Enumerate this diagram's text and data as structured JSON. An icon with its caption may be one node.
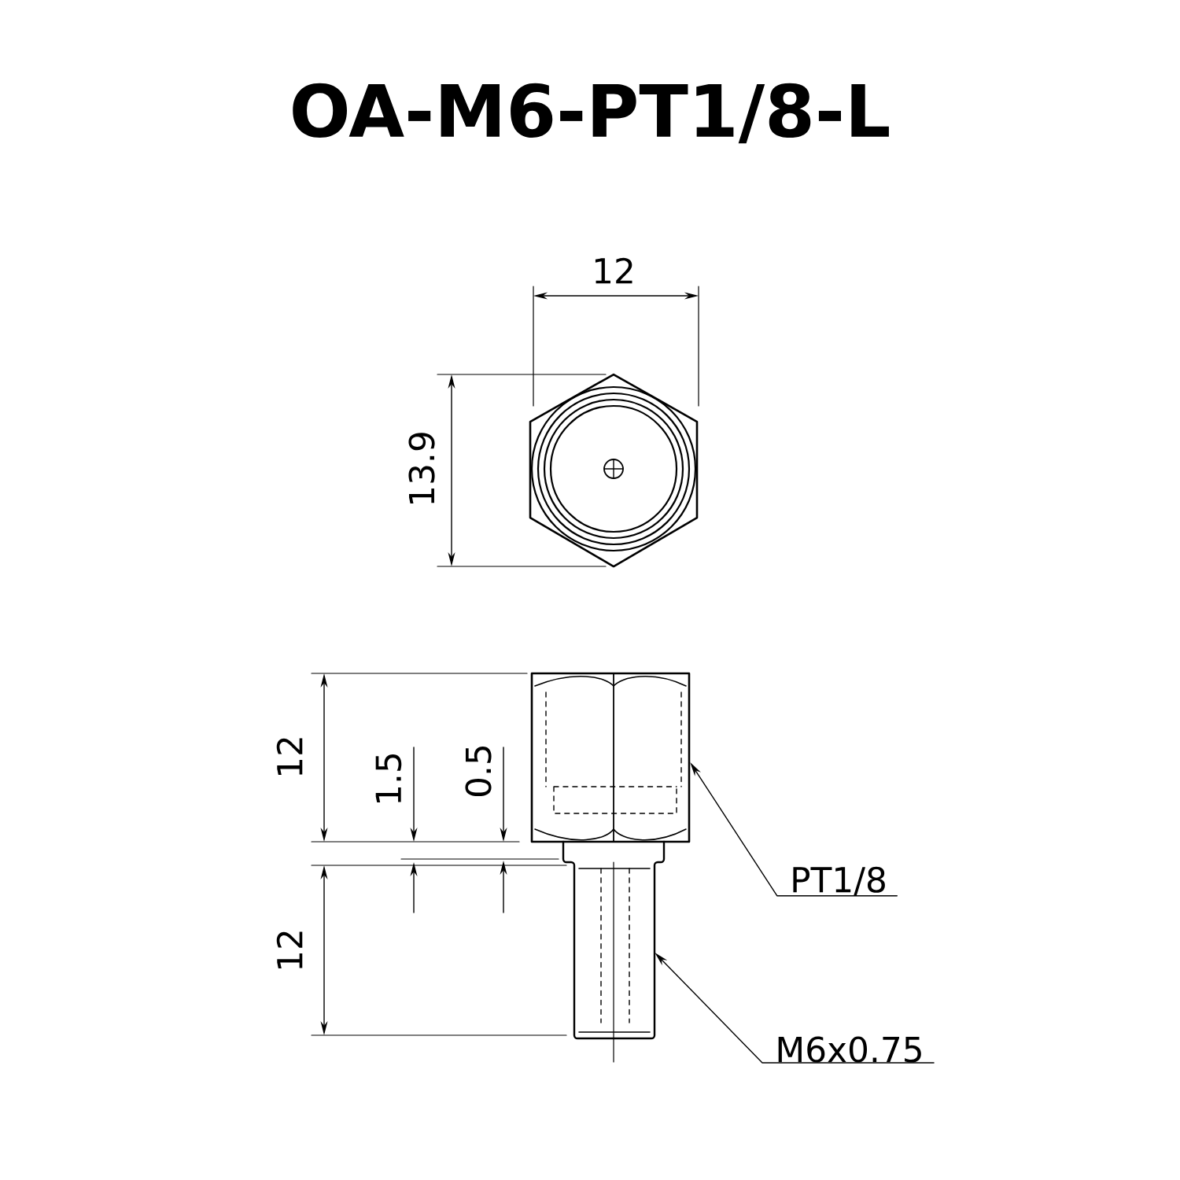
{
  "diagram": {
    "title": "OA-M6-PT1/8-L",
    "nodes": [
      {
        "text": [
          "PT1/8"
        ]
      },
      {
        "text": [
          "M6x0.75"
        ]
      },
      {
        "text": [],
        "shape": "box"
      },
      {
        "text": [],
        "shape": "cylinder"
      }
    ],
    "edges": [
      {
        "from": 0,
        "to": 2,
        "arrow": "to"
      },
      {
        "from": 1,
        "to": 3,
        "arrow": "to"
      }
    ],
    "labels": [
      "12",
      "13.9",
      "12",
      "1.5",
      "0.5",
      "12"
    ]
  }
}
